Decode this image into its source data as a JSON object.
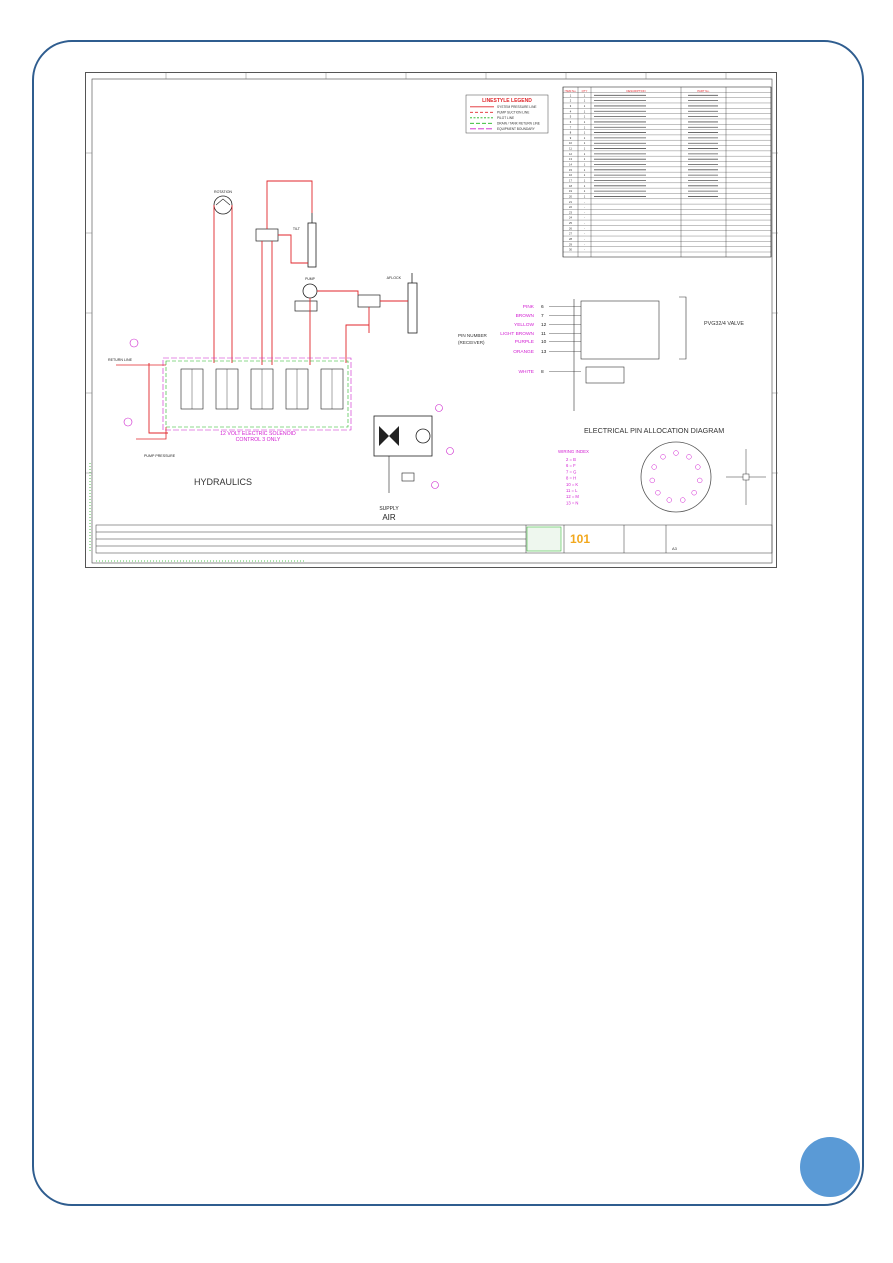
{
  "legend": {
    "title": "LINESTYLE LEGEND",
    "items": [
      {
        "label": "SYSTEM PRESSURE LINE",
        "color": "#e0262b",
        "dash": "0"
      },
      {
        "label": "PUMP SUCTION LINE",
        "color": "#e0262b",
        "dash": "3,2"
      },
      {
        "label": "PILOT LINE",
        "color": "#1fb31f",
        "dash": "2,1.5"
      },
      {
        "label": "DRAIN / TANK RETURN LINE",
        "color": "#1fb31f",
        "dash": "4,2"
      },
      {
        "label": "EQUIPMENT BOUNDARY",
        "color": "#cc1fcc",
        "dash": "6,2"
      }
    ]
  },
  "parts_table": {
    "headers": [
      "ITEM No.",
      "QTY",
      "DESCRIPTION",
      "PART No."
    ],
    "rows": [
      [
        "1",
        "1"
      ],
      [
        "2",
        "1"
      ],
      [
        "3",
        "1"
      ],
      [
        "4",
        "1"
      ],
      [
        "5",
        "1"
      ],
      [
        "6",
        "1"
      ],
      [
        "7",
        "1"
      ],
      [
        "8",
        "1"
      ],
      [
        "9",
        "1"
      ],
      [
        "10",
        "1"
      ],
      [
        "11",
        "1"
      ],
      [
        "12",
        "1"
      ],
      [
        "13",
        "1"
      ],
      [
        "14",
        "1"
      ],
      [
        "15",
        "1"
      ],
      [
        "16",
        "1"
      ],
      [
        "17",
        "1"
      ],
      [
        "18",
        "1"
      ],
      [
        "19",
        "1"
      ],
      [
        "20",
        "1"
      ],
      [
        "21",
        "-"
      ],
      [
        "22",
        "-"
      ],
      [
        "23",
        "-"
      ],
      [
        "24",
        "-"
      ],
      [
        "25",
        "-"
      ],
      [
        "26",
        "-"
      ],
      [
        "27",
        "-"
      ],
      [
        "28",
        "-"
      ],
      [
        "29",
        "-"
      ],
      [
        "30",
        "-"
      ]
    ]
  },
  "labels": {
    "rotation": "ROTATION",
    "tilt": "TILT",
    "pump": "PUMP",
    "aflock": "AFLOCK",
    "return_line": "RETURN LINE",
    "pump_pressure": "PUMP PRESSURE",
    "solenoid_line1": "12 VOLT ELECTRIC SOLENOID",
    "solenoid_line2": "CONTROL 3 ONLY",
    "hydraulics": "HYDRAULICS",
    "supply": "SUPPLY",
    "air": "AIR",
    "pin_number_line1": "PIN NUMBER",
    "pin_number_line2": "(RECEIVER)",
    "valve": "PVG32/4 VALVE",
    "pin_diagram_title": "ELECTRICAL PIN ALLOCATION DIAGRAM",
    "wiring_index_title": "WIRING INDEX"
  },
  "pins": [
    {
      "color": "PINK",
      "num": "6"
    },
    {
      "color": "BROWN",
      "num": "7"
    },
    {
      "color": "YELLOW",
      "num": "12"
    },
    {
      "color": "LIGHT BROWN",
      "num": "11"
    },
    {
      "color": "PURPLE",
      "num": "10"
    },
    {
      "color": "ORANGE",
      "num": "13"
    },
    {
      "color": "WHITE",
      "num": "8"
    }
  ],
  "wiring_index": [
    "2 = B",
    "6 = F",
    "7 = G",
    "8 = H",
    "10 = K",
    "11 = L",
    "12 = M",
    "13 = N"
  ],
  "title_block": {
    "logo_number": "101",
    "sheet": "A3"
  },
  "colors": {
    "pressure": "#e0262b",
    "pilot": "#1fb31f",
    "boundary": "#cc1fcc",
    "frame": "#2f5d8f",
    "badge": "#5a9ad6"
  }
}
